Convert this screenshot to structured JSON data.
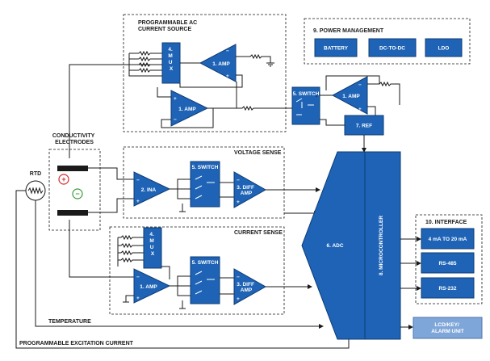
{
  "colors": {
    "block_fill": "#1e63b5",
    "block_stroke": "#0f3c74",
    "interface_fill": "#7fa6d9",
    "plus_red": "#d62b2b",
    "minus_green": "#3c9a3a",
    "wire": "#1a1a1a"
  },
  "sections": {
    "ac_source": "PROGRAMMABLE AC\nCURRENT SOURCE",
    "power_mgmt": "9. POWER MANAGEMENT",
    "voltage_sense": "VOLTAGE SENSE",
    "current_sense": "CURRENT SENSE",
    "interface": "10. INTERFACE"
  },
  "labels": {
    "conductivity": "CONDUCTIVITY\nELECTRODES",
    "rtd": "RTD",
    "temperature": "TEMPERATURE",
    "excitation": "PROGRAMMABLE EXCITATION CURRENT",
    "plus": "+",
    "minus": "−"
  },
  "blocks": {
    "mux_ac": "4.\nM\nU\nX",
    "amp_ac_top": "1. AMP",
    "amp_ac_bottom": "1. AMP",
    "switch_ac": "5. SWITCH",
    "amp_ac_right": "1. AMP",
    "ref": "7. REF",
    "battery": "BATTERY",
    "dcdc": "DC-TO-DC",
    "ldo": "LDO",
    "ina": "2. INA",
    "switch_vs": "5. SWITCH",
    "diff_vs": "3. DIFF\nAMP",
    "mux_cs": "4.\nM\nU\nX",
    "amp_cs": "1. AMP",
    "switch_cs": "5. SWITCH",
    "diff_cs": "3. DIFF\nAMP",
    "adc": "6. ADC",
    "mcu": "8. MICROCONTROLLER",
    "if_4_20": "4 mA TO 20 mA",
    "if_rs485": "RS-485",
    "if_rs232": "RS-232",
    "lcd": "LCD/KEY/\nALARM UNIT"
  }
}
